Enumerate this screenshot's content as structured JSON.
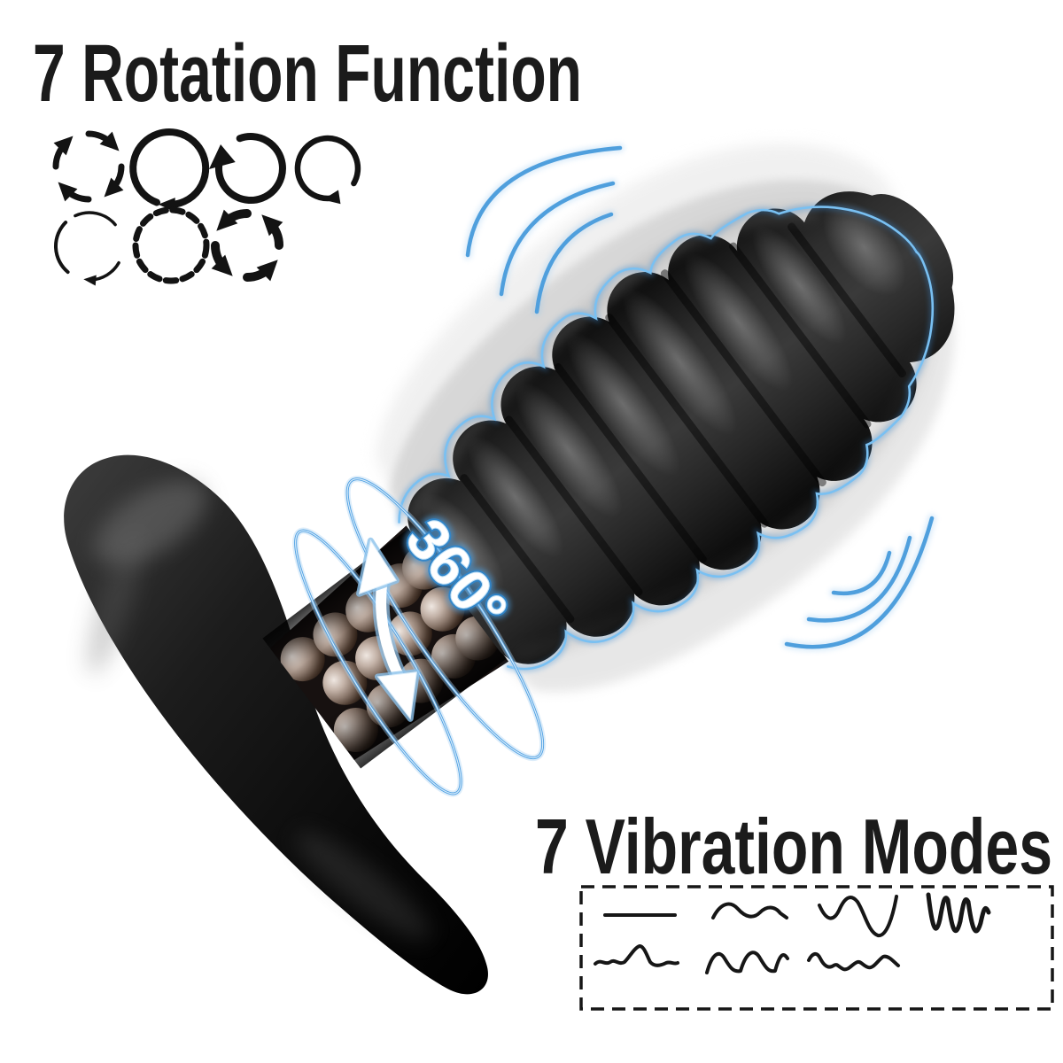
{
  "page": {
    "background_color": "#ffffff",
    "ink_color": "#1b1b1b",
    "accent_blue": "#4d9fe2",
    "glow_blue": "#9cc9ef",
    "device_color": "#141414",
    "bead_color": "#a5948b"
  },
  "rotation_section": {
    "title": "7 Rotation Function",
    "icons": [
      {
        "name": "rotation-four-arrows-icon"
      },
      {
        "name": "rotation-full-circle-arrow-icon"
      },
      {
        "name": "rotation-counterclockwise-arrow-icon"
      },
      {
        "name": "rotation-open-circle-arrow-icon"
      },
      {
        "name": "rotation-thin-arcs-icon"
      },
      {
        "name": "rotation-dashed-circle-icon"
      },
      {
        "name": "rotation-bold-cycle-arrows-icon"
      }
    ]
  },
  "device": {
    "rotation_label": "360°"
  },
  "vibration_section": {
    "title": "7 Vibration Modes",
    "modes": [
      "steady-line",
      "gentle-wave",
      "deep-wave",
      "rapid-pulse",
      "soft-ripple-peak",
      "rolling-waves",
      "random-ripple"
    ]
  }
}
